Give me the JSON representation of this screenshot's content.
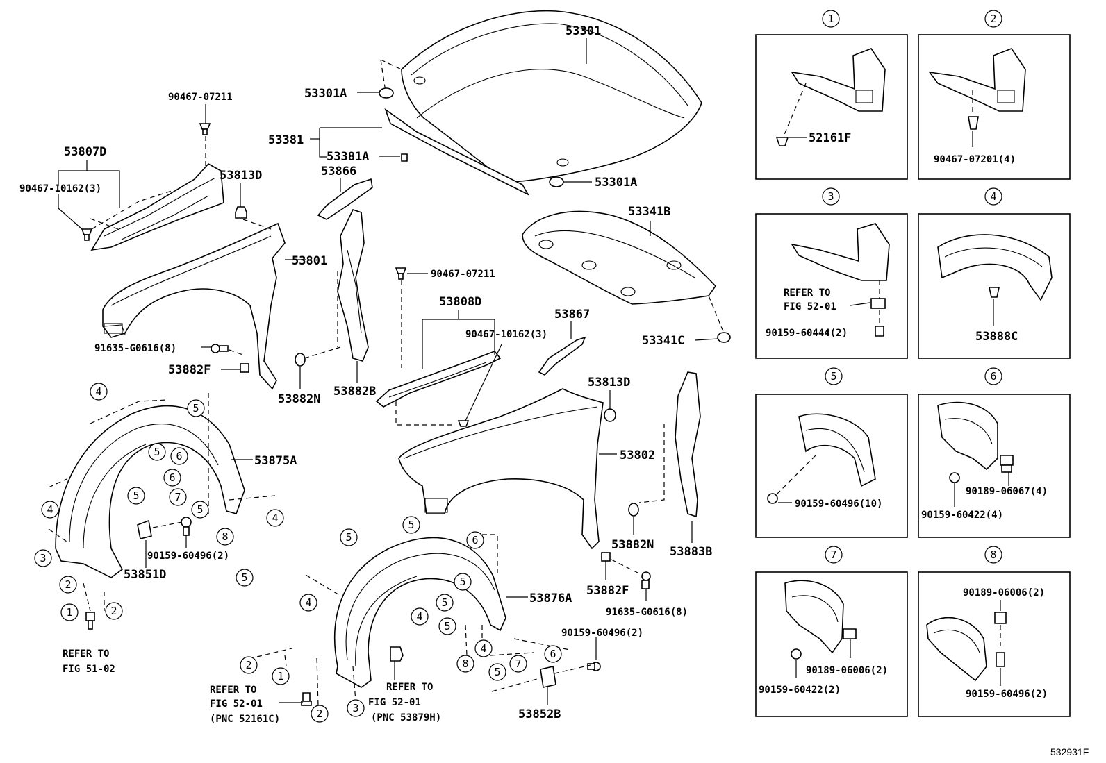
{
  "labels": {
    "p53301": "53301",
    "p53301A_top": "53301A",
    "p53301A_bottom": "53301A",
    "p53381": "53381",
    "p53381A": "53381A",
    "p90467_07211_top": "90467-07211",
    "p53807D": "53807D",
    "p90467_10162_left": "90467-10162(3)",
    "p53813D_left": "53813D",
    "p53866": "53866",
    "p53801": "53801",
    "p91635_G0616_left": "91635-G0616(8)",
    "p53882F_left": "53882F",
    "p53882N_left": "53882N",
    "p53882B": "53882B",
    "p90467_07211_mid": "90467-07211",
    "p53808D": "53808D",
    "p90467_10162_right": "90467-10162(3)",
    "p53341B": "53341B",
    "p53341C": "53341C",
    "p53867": "53867",
    "p53813D_right": "53813D",
    "p53802": "53802",
    "p53875A": "53875A",
    "p90159_60496_left": "90159-60496(2)",
    "p53851D": "53851D",
    "refer_51_02_a": "REFER TO",
    "refer_51_02_b": "FIG 51-02",
    "p53882N_right": "53882N",
    "p53883B": "53883B",
    "p53882F_right": "53882F",
    "p91635_G0616_right": "91635-G0616(8)",
    "p53876A": "53876A",
    "p90159_60496_right": "90159-60496(2)",
    "refer_52161C_a": "REFER TO",
    "refer_52161C_b": "FIG 52-01",
    "refer_52161C_c": "(PNC 52161C)",
    "refer_53879H_a": "REFER TO",
    "refer_53879H_b": "FIG 52-01",
    "refer_53879H_c": "(PNC 53879H)",
    "p53852B": "53852B",
    "figure_code": "532931F"
  },
  "callouts": [
    "1",
    "2",
    "3",
    "4",
    "5",
    "6",
    "7",
    "8"
  ],
  "insets": [
    {
      "number": "1",
      "parts": [
        "52161F"
      ]
    },
    {
      "number": "2",
      "parts": [
        "90467-07201(4)"
      ]
    },
    {
      "number": "3",
      "parts": [
        "REFER TO",
        "FIG 52-01",
        "90159-60444(2)"
      ]
    },
    {
      "number": "4",
      "parts": [
        "53888C"
      ]
    },
    {
      "number": "5",
      "parts": [
        "90159-60496(10)"
      ]
    },
    {
      "number": "6",
      "parts": [
        "90189-06067(4)",
        "90159-60422(4)"
      ]
    },
    {
      "number": "7",
      "parts": [
        "90189-06006(2)",
        "90159-60422(2)"
      ]
    },
    {
      "number": "8",
      "parts": [
        "90189-06006(2)",
        "90159-60496(2)"
      ]
    }
  ]
}
